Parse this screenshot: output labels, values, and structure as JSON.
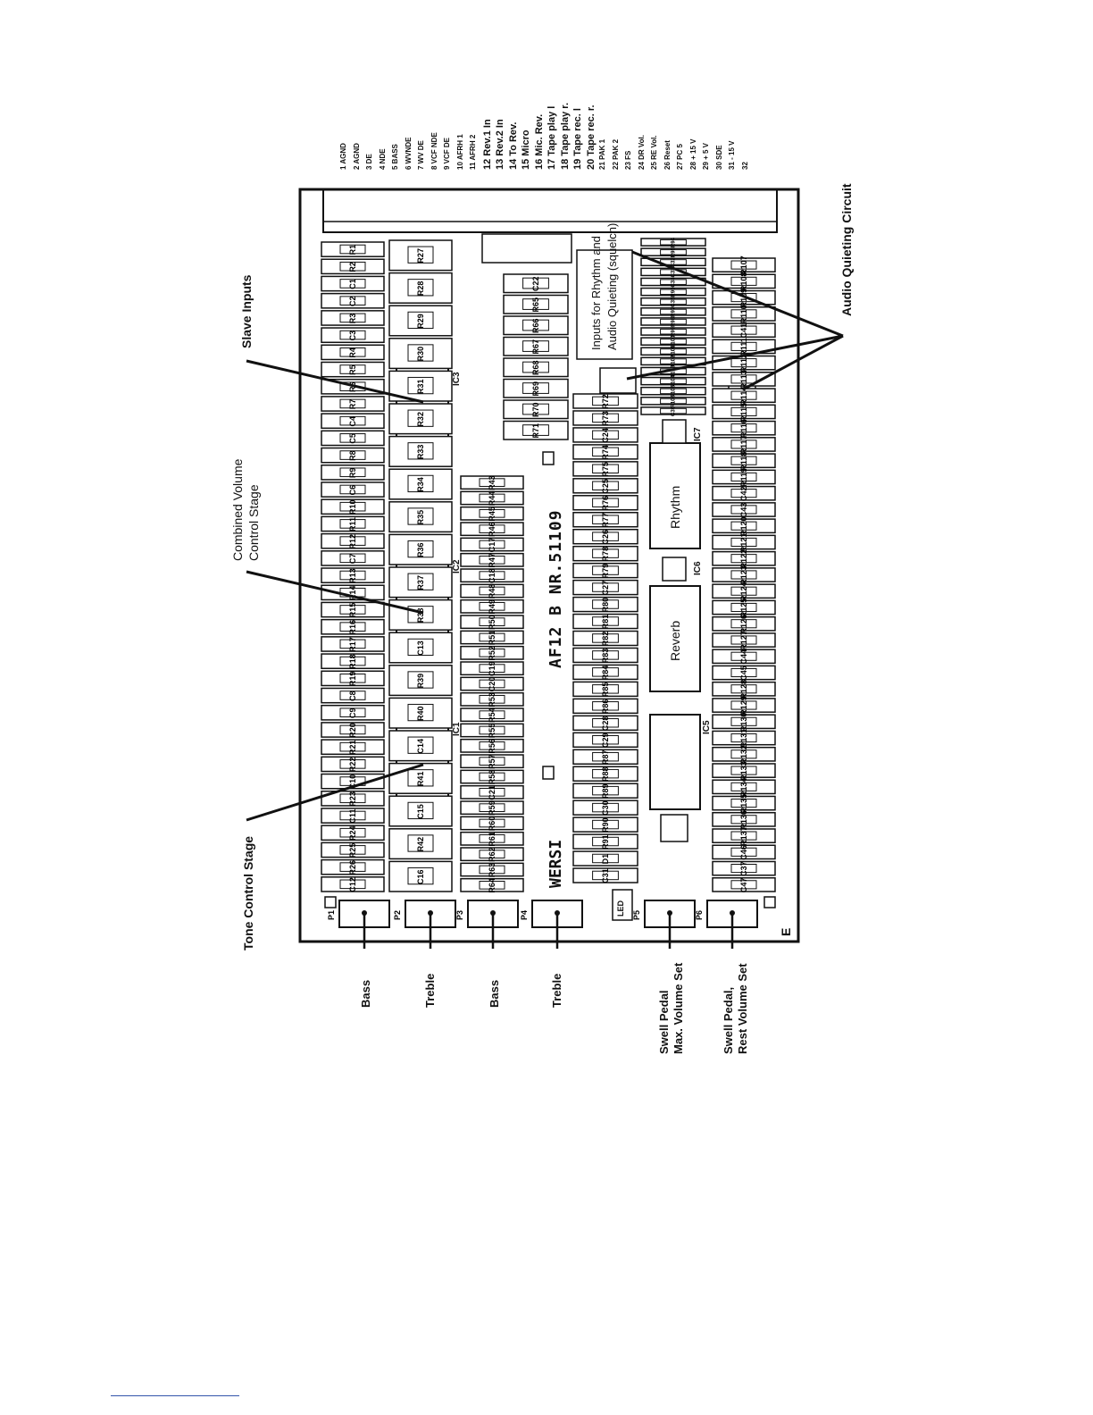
{
  "board": {
    "title": "AF12 B  NR.51109",
    "brand": "WERSI",
    "edge_letter": "E",
    "ics": {
      "ic1": "IC1",
      "ic2": "IC2",
      "ic3": "IC3",
      "ic5": "IC5",
      "ic6": "IC6",
      "ic7": "IC7"
    },
    "rhythm_label": "Rhythm",
    "reverb_label": "Reverb",
    "led_label": "LED",
    "inputs_note_line1": "Inputs for Rhythm and",
    "inputs_note_line2": "Audio Quieting (squelch)",
    "gnd_labels": [
      "GND1",
      "GND2",
      "GND3",
      "GND4",
      "GND5",
      "GND6"
    ],
    "q_labels": [
      "Q1",
      "Q2",
      "Q3",
      "Q4",
      "Q5",
      "Q6"
    ],
    "pots": [
      "P1",
      "P2",
      "P3",
      "P4",
      "P5",
      "P6"
    ]
  },
  "callouts": {
    "slave_inputs": "Slave Inputs",
    "combined_volume_line1": "Combined Volume",
    "combined_volume_line2": "Control Stage",
    "tone_control": "Tone Control Stage",
    "audio_quieting": "Audio Quieting Circuit"
  },
  "pot_labels": [
    {
      "lines": [
        "Bass"
      ]
    },
    {
      "lines": [
        "Treble"
      ]
    },
    {
      "lines": [
        "Bass"
      ]
    },
    {
      "lines": [
        "Treble"
      ]
    },
    {
      "lines": [
        "Swell Pedal",
        "Max. Volume Set"
      ]
    },
    {
      "lines": [
        "Swell Pedal,",
        "Rest Volume Set"
      ]
    }
  ],
  "pins": [
    {
      "n": "1",
      "label": "AGND"
    },
    {
      "n": "2",
      "label": "AGND"
    },
    {
      "n": "3",
      "label": "DE"
    },
    {
      "n": "4",
      "label": "NDE"
    },
    {
      "n": "5",
      "label": "BASS"
    },
    {
      "n": "6",
      "label": "WVNDE"
    },
    {
      "n": "7",
      "label": "WV DE"
    },
    {
      "n": "8",
      "label": "VCF NDE"
    },
    {
      "n": "9",
      "label": "VCF DE"
    },
    {
      "n": "10",
      "label": "AFRH 1"
    },
    {
      "n": "11",
      "label": "AFRH 2"
    },
    {
      "n": "12",
      "label": "Rev.1 In"
    },
    {
      "n": "13",
      "label": "Rev.2 In"
    },
    {
      "n": "14",
      "label": "To Rev."
    },
    {
      "n": "15",
      "label": "Micro"
    },
    {
      "n": "16",
      "label": "Mic. Rev."
    },
    {
      "n": "17",
      "label": "Tape play l"
    },
    {
      "n": "18",
      "label": "Tape play r."
    },
    {
      "n": "19",
      "label": "Tape rec. l"
    },
    {
      "n": "20",
      "label": "Tape rec. r."
    },
    {
      "n": "21",
      "label": "PAK 1"
    },
    {
      "n": "22",
      "label": "PAK 2"
    },
    {
      "n": "23",
      "label": "FS"
    },
    {
      "n": "24",
      "label": "DR Vol."
    },
    {
      "n": "25",
      "label": "RE Vol."
    },
    {
      "n": "26",
      "label": "Reset"
    },
    {
      "n": "27",
      "label": "PC 5"
    },
    {
      "n": "28",
      "label": "+ 15 V"
    },
    {
      "n": "29",
      "label": "+ 5 V"
    },
    {
      "n": "30",
      "label": "SDE"
    },
    {
      "n": "31",
      "label": "- 15 V"
    },
    {
      "n": "32",
      "label": ""
    }
  ],
  "component_rows": [
    [
      "R1",
      "R2",
      "C1",
      "C2",
      "R3",
      "C3",
      "R4",
      "R5",
      "R6",
      "R7",
      "C4",
      "C5",
      "R8",
      "R9",
      "C6",
      "R10",
      "R11",
      "R12",
      "C7",
      "R13",
      "R14",
      "R15",
      "R16",
      "R17",
      "R18",
      "R19",
      "C8",
      "C9",
      "R20",
      "R21",
      "R22",
      "C10",
      "R23",
      "C11",
      "R24",
      "R25",
      "R26",
      "C12"
    ],
    [
      "R27",
      "R28",
      "R29",
      "R30",
      "R31",
      "R32",
      "R33",
      "R34",
      "R35",
      "R36",
      "R37",
      "R38",
      "C13",
      "R39",
      "R40",
      "C14",
      "R41",
      "C15",
      "R42",
      "C16"
    ],
    [
      "R43",
      "R44",
      "R45",
      "R46",
      "C17",
      "R47",
      "C18",
      "R48",
      "R49",
      "R50",
      "R51",
      "R52",
      "C19",
      "C20",
      "R53",
      "R54",
      "R55",
      "R56",
      "R57",
      "R58",
      "C21",
      "R59",
      "R60",
      "R61",
      "R62",
      "R63",
      "R64"
    ],
    [
      "C22",
      "R65",
      "R66",
      "R67",
      "R68",
      "R69",
      "R70",
      "R71"
    ],
    [
      "R72",
      "R73",
      "C24",
      "R74",
      "R75",
      "C25",
      "R76",
      "R77",
      "C26",
      "R78",
      "R79",
      "C27",
      "R80",
      "R81",
      "R82",
      "R83",
      "R84",
      "R85",
      "R86",
      "C28",
      "C29",
      "R87",
      "R88",
      "R89",
      "C30",
      "R90",
      "R91",
      "D1",
      "C31"
    ],
    [
      "R94",
      "R95",
      "C32",
      "C33",
      "C34",
      "R96",
      "C35",
      "R97",
      "R98",
      "R99",
      "R100",
      "R101",
      "R102",
      "R103",
      "R104",
      "R105",
      "R106",
      "C36"
    ],
    [
      "R107",
      "R108",
      "R109",
      "R110",
      "C41",
      "R111",
      "R112",
      "R113",
      "R114",
      "R115",
      "R116",
      "R117",
      "R118",
      "R119",
      "C42",
      "C43",
      "R120",
      "R121",
      "R122",
      "R123",
      "R124",
      "R125",
      "R126",
      "R127",
      "C44",
      "C45",
      "R128",
      "R129",
      "R130",
      "R131",
      "R132",
      "R133",
      "R134",
      "R135",
      "R136",
      "R137",
      "C46",
      "C37",
      "C47"
    ]
  ],
  "colors": {
    "ink": "#111111",
    "paper": "#ffffff",
    "rule": "#3355aa"
  }
}
